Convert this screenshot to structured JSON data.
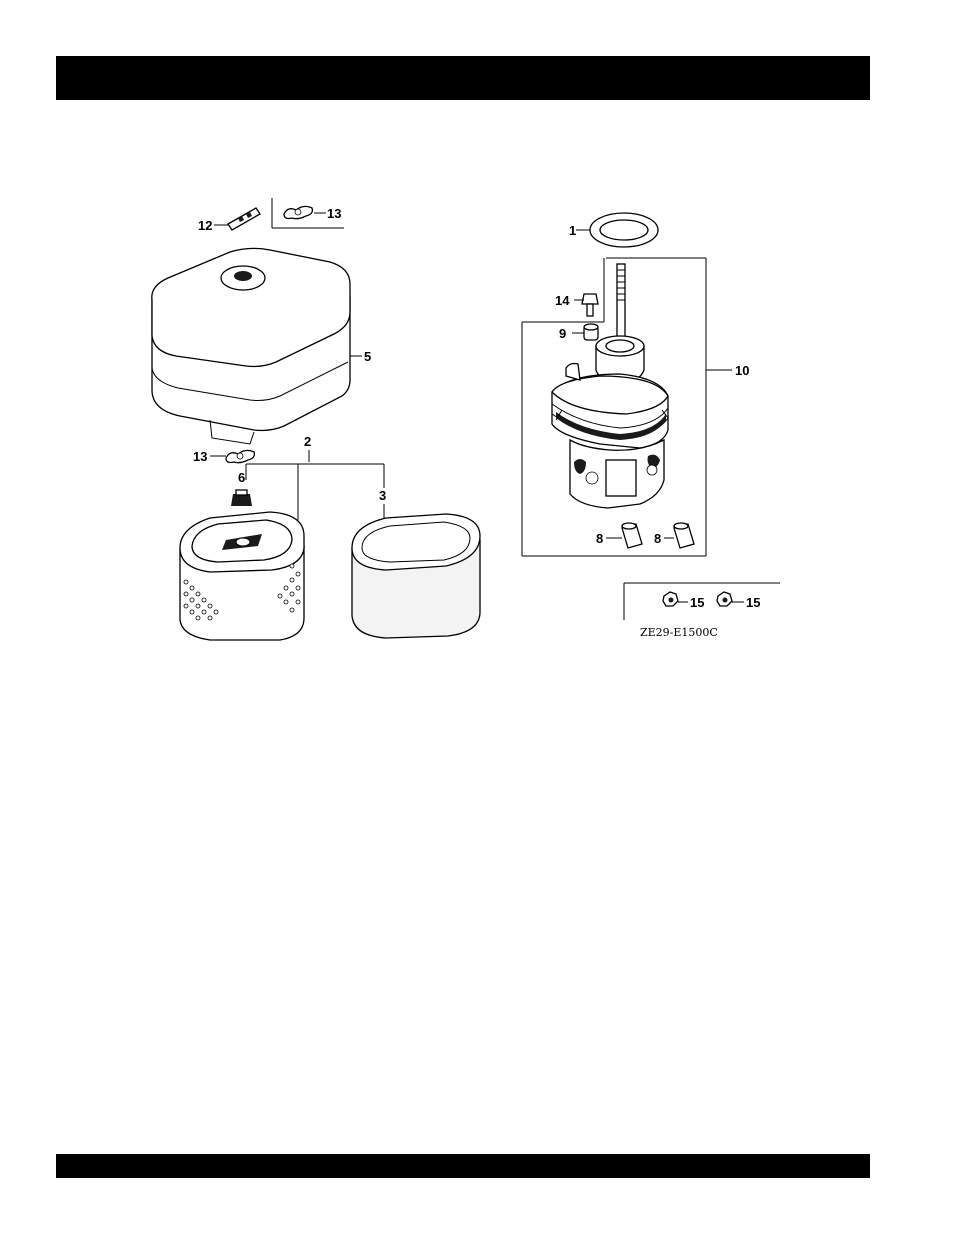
{
  "header": {
    "title": ""
  },
  "footer": {
    "text": ""
  },
  "diagram": {
    "callouts": {
      "c1": "1",
      "c2": "2",
      "c3": "3",
      "c5": "5",
      "c6": "6",
      "c8a": "8",
      "c8b": "8",
      "c9": "9",
      "c10": "10",
      "c12": "12",
      "c13a": "13",
      "c13b": "13",
      "c14": "14",
      "c15a": "15",
      "c15b": "15"
    },
    "code": "ZE29-E1500C"
  }
}
